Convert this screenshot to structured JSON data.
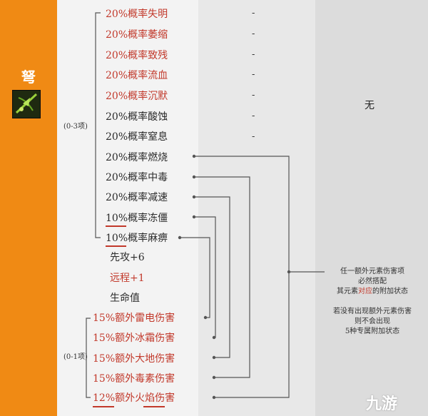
{
  "weapon": {
    "title": "弩",
    "icon": "crossbow-weapon-icon"
  },
  "top_options": [
    {
      "text": "20%概率失明",
      "style": "red"
    },
    {
      "text": "20%概率萎缩",
      "style": "red"
    },
    {
      "text": "20%概率致残",
      "style": "red"
    },
    {
      "text": "20%概率流血",
      "style": "red"
    },
    {
      "text": "20%概率沉默",
      "style": "red"
    },
    {
      "text": "20%概率酸蚀",
      "style": "dark"
    },
    {
      "text": "20%概率窒息",
      "style": "dark"
    },
    {
      "text": "20%概率燃烧",
      "style": "dark"
    },
    {
      "text": "20%概率中毒",
      "style": "dark"
    },
    {
      "text": "20%概率减速",
      "style": "dark"
    },
    {
      "text": "10%概率冻僵",
      "style": "dark"
    },
    {
      "text": "10%概率麻痹",
      "style": "dark"
    }
  ],
  "range_label_top": "(0-3项)",
  "fixed_stats": [
    {
      "text": "先攻+6",
      "style": "dark"
    },
    {
      "text": "远程+1",
      "style": "red"
    },
    {
      "text": "生命值",
      "style": "dark"
    }
  ],
  "range_label_bottom": "(0-1项)",
  "bottom_options": [
    {
      "text": "15%额外雷电伤害"
    },
    {
      "text": "15%额外冰霜伤害"
    },
    {
      "text": "15%额外大地伤害"
    },
    {
      "text": "15%额外毒素伤害"
    },
    {
      "text": "12%额外火焰伤害"
    }
  ],
  "dash": "-",
  "none_text": "无",
  "note_lines": [
    {
      "text": "任一额外元素伤害项"
    },
    {
      "text": "必然搭配"
    },
    {
      "text": "其元素对应的附加状态",
      "prefix": "其元素",
      "highlight": "对应",
      "suffix": "的附加状态"
    },
    {
      "text": ""
    },
    {
      "text": "若没有出现额外元素伤害"
    },
    {
      "text": "则不会出现"
    },
    {
      "text": "5种专属附加状态"
    }
  ],
  "watermark": "九游",
  "colors": {
    "orange": "#f08a14",
    "red": "#c2392b",
    "dark": "#2b2b2b"
  }
}
